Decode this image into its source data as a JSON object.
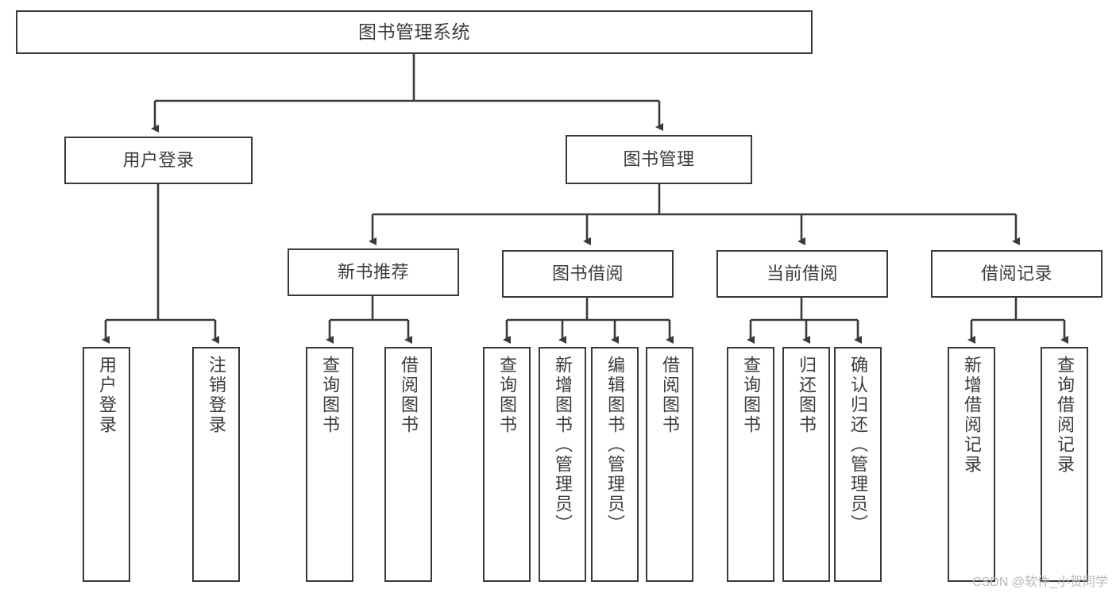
{
  "meta": {
    "title": "图书管理系统 功能结构图",
    "watermark": "CSDN @软件_小贺同学",
    "colors": {
      "background": "#ffffff",
      "node_border": "#3a3a3a",
      "node_fill": "#ffffff",
      "text": "#3c3c3c",
      "edge": "#3a3a3a",
      "watermark": "#b8b8b8"
    }
  },
  "chart_data": {
    "type": "diagram",
    "diagram_kind": "tree-hierarchy",
    "title": "图书管理系统",
    "orientation": "top-down",
    "levels": 3,
    "nodes": [
      {
        "id": "root",
        "label": "图书管理系统",
        "level": 0,
        "orientation": "horizontal"
      },
      {
        "id": "login",
        "label": "用户登录",
        "level": 1,
        "orientation": "horizontal"
      },
      {
        "id": "bookmgmt",
        "label": "图书管理",
        "level": 1,
        "orientation": "horizontal"
      },
      {
        "id": "newbook",
        "label": "新书推荐",
        "level": 2,
        "orientation": "horizontal"
      },
      {
        "id": "borrow",
        "label": "图书借阅",
        "level": 2,
        "orientation": "horizontal"
      },
      {
        "id": "current",
        "label": "当前借阅",
        "level": 2,
        "orientation": "horizontal"
      },
      {
        "id": "records",
        "label": "借阅记录",
        "level": 2,
        "orientation": "horizontal"
      },
      {
        "id": "leaf-login",
        "label": "用户登录",
        "level": 3,
        "orientation": "vertical"
      },
      {
        "id": "leaf-logout",
        "label": "注销登录",
        "level": 3,
        "orientation": "vertical"
      },
      {
        "id": "leaf-q1",
        "label": "查询图书",
        "level": 3,
        "orientation": "vertical"
      },
      {
        "id": "leaf-b1",
        "label": "借阅图书",
        "level": 3,
        "orientation": "vertical"
      },
      {
        "id": "leaf-q2",
        "label": "查询图书",
        "level": 3,
        "orientation": "vertical"
      },
      {
        "id": "leaf-add",
        "label": "新增图书（管理员）",
        "level": 3,
        "orientation": "vertical"
      },
      {
        "id": "leaf-edit",
        "label": "编辑图书（管理员）",
        "level": 3,
        "orientation": "vertical"
      },
      {
        "id": "leaf-b2",
        "label": "借阅图书",
        "level": 3,
        "orientation": "vertical"
      },
      {
        "id": "leaf-q3",
        "label": "查询图书",
        "level": 3,
        "orientation": "vertical"
      },
      {
        "id": "leaf-ret",
        "label": "归还图书",
        "level": 3,
        "orientation": "vertical"
      },
      {
        "id": "leaf-conf",
        "label": "确认归还（管理员）",
        "level": 3,
        "orientation": "vertical"
      },
      {
        "id": "leaf-addrec",
        "label": "新增借阅记录",
        "level": 3,
        "orientation": "vertical"
      },
      {
        "id": "leaf-qrec",
        "label": "查询借阅记录",
        "level": 3,
        "orientation": "vertical"
      }
    ],
    "edges": [
      {
        "from": "root",
        "to": "login"
      },
      {
        "from": "root",
        "to": "bookmgmt"
      },
      {
        "from": "login",
        "to": "leaf-login"
      },
      {
        "from": "login",
        "to": "leaf-logout"
      },
      {
        "from": "bookmgmt",
        "to": "newbook"
      },
      {
        "from": "bookmgmt",
        "to": "borrow"
      },
      {
        "from": "bookmgmt",
        "to": "current"
      },
      {
        "from": "bookmgmt",
        "to": "records"
      },
      {
        "from": "newbook",
        "to": "leaf-q1"
      },
      {
        "from": "newbook",
        "to": "leaf-b1"
      },
      {
        "from": "borrow",
        "to": "leaf-q2"
      },
      {
        "from": "borrow",
        "to": "leaf-add"
      },
      {
        "from": "borrow",
        "to": "leaf-edit"
      },
      {
        "from": "borrow",
        "to": "leaf-b2"
      },
      {
        "from": "current",
        "to": "leaf-q3"
      },
      {
        "from": "current",
        "to": "leaf-ret"
      },
      {
        "from": "current",
        "to": "leaf-conf"
      },
      {
        "from": "records",
        "to": "leaf-addrec"
      },
      {
        "from": "records",
        "to": "leaf-qrec"
      }
    ]
  },
  "nodes": {
    "root": {
      "label": "图书管理系统"
    },
    "login": {
      "label": "用户登录"
    },
    "bookmgmt": {
      "label": "图书管理"
    },
    "newbook": {
      "label": "新书推荐"
    },
    "borrow": {
      "label": "图书借阅"
    },
    "current": {
      "label": "当前借阅"
    },
    "records": {
      "label": "借阅记录"
    },
    "leaf_login": {
      "label": "用户登录"
    },
    "leaf_logout": {
      "label": "注销登录"
    },
    "leaf_q1": {
      "label": "查询图书"
    },
    "leaf_b1": {
      "label": "借阅图书"
    },
    "leaf_q2": {
      "label": "查询图书"
    },
    "leaf_add": {
      "label": "新增图书（管理员）"
    },
    "leaf_edit": {
      "label": "编辑图书（管理员）"
    },
    "leaf_b2": {
      "label": "借阅图书"
    },
    "leaf_q3": {
      "label": "查询图书"
    },
    "leaf_ret": {
      "label": "归还图书"
    },
    "leaf_conf": {
      "label": "确认归还（管理员）"
    },
    "leaf_addrec": {
      "label": "新增借阅记录"
    },
    "leaf_qrec": {
      "label": "查询借阅记录"
    }
  }
}
